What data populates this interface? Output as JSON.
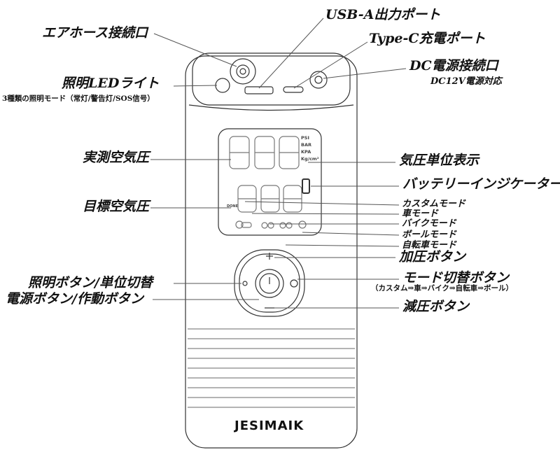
{
  "labels": {
    "air_hose": "エアホース接続口",
    "usb_a": "USB-A出力ポート",
    "type_c": "Type-C充電ポート",
    "dc_port": "DC電源接続口",
    "dc_note": "DC12V電源対応",
    "led_light": "照明LEDライト",
    "led_note": "3種類の照明モード（常灯/警告灯/SOS信号）",
    "measured_pressure": "実測空気圧",
    "unit_display": "気圧単位表示",
    "battery_indicator": "バッテリーインジケーター",
    "target_pressure": "目標空気圧",
    "custom_mode": "カスタムモード",
    "car_mode": "車モード",
    "bike_mode": "バイクモード",
    "ball_mode": "ボールモード",
    "bicycle_mode": "自転車モード",
    "inflate_button": "加圧ボタン",
    "mode_button": "モード切替ボタン",
    "mode_note": "（カスタム⇒車⇒バイク⇒自転車⇒ボール）",
    "deflate_button": "減圧ボタン",
    "light_button": "照明ボタン/単位切替",
    "power_button": "電源ボタン/作動ボタン"
  },
  "lcd": {
    "units": [
      "PSI",
      "BAR",
      "KPA",
      "Kg/cm²"
    ],
    "done": "DONE"
  },
  "brand": "JESIMAIK"
}
